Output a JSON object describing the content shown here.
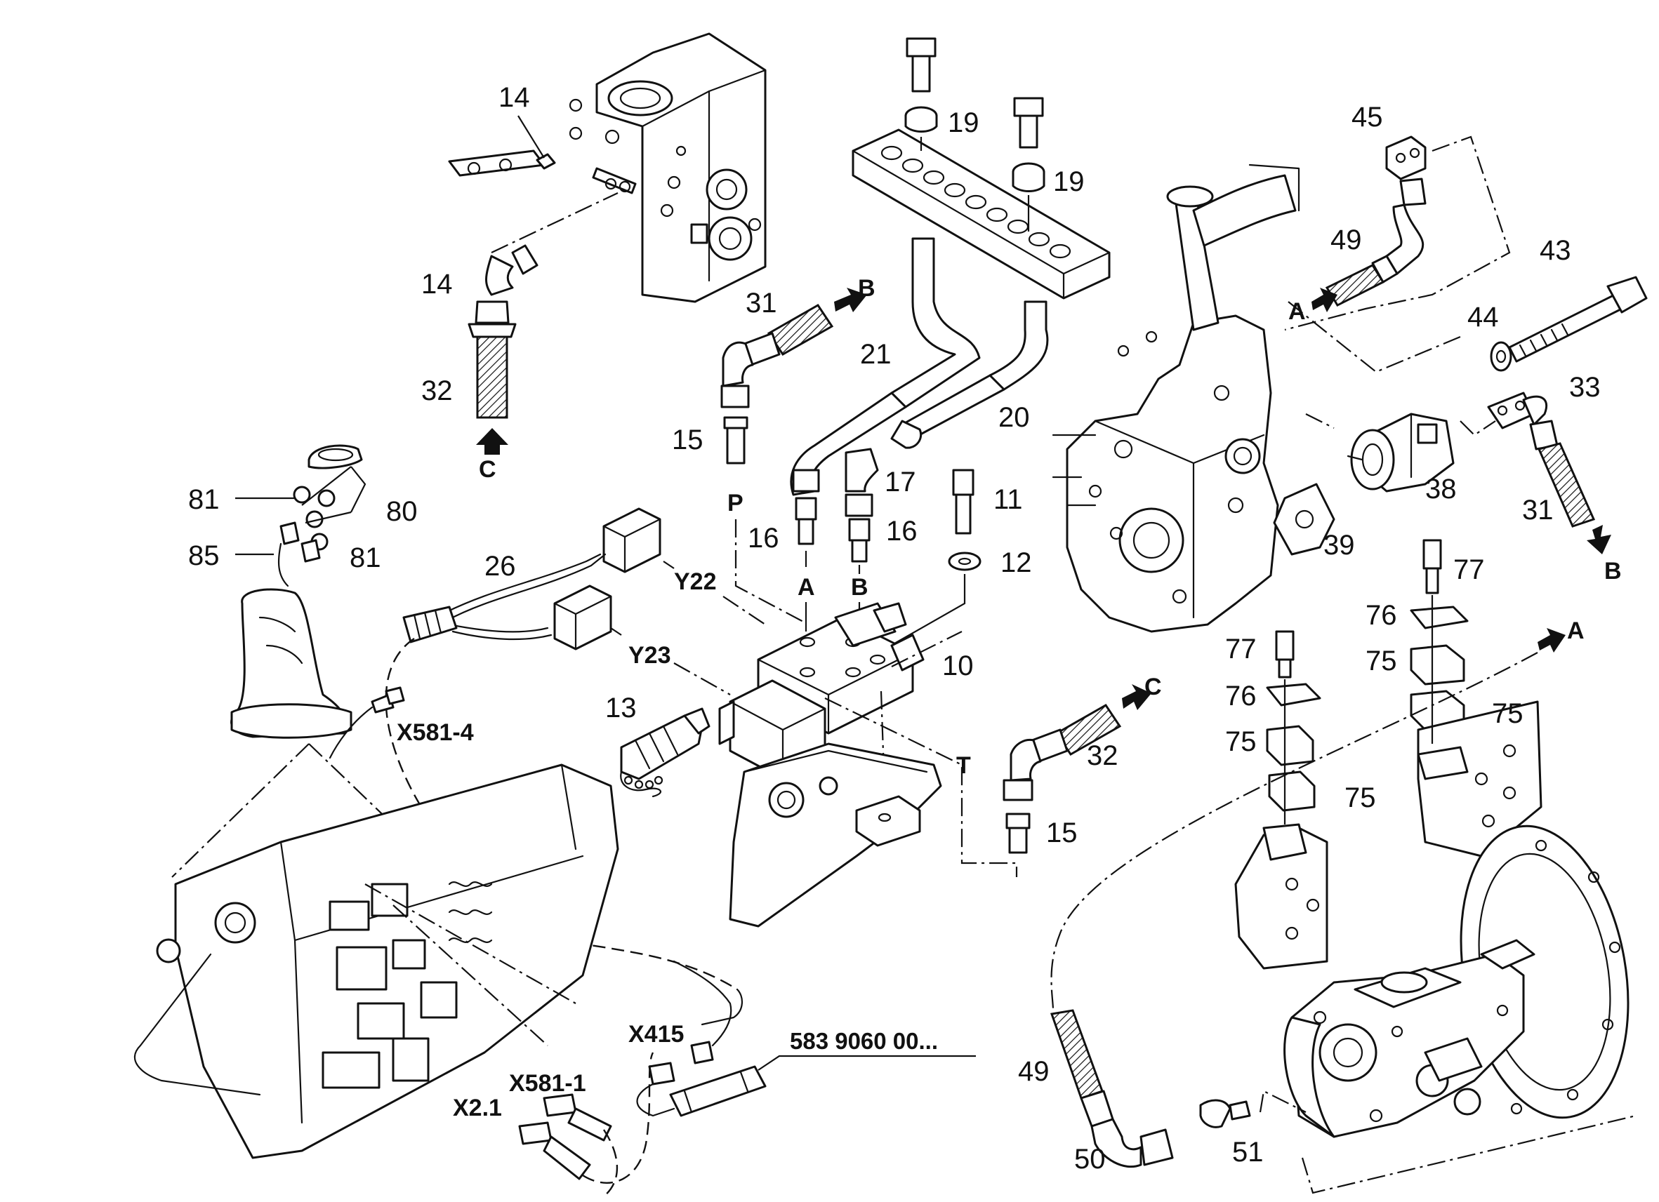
{
  "diagram": {
    "callouts": {
      "p14_top": "14",
      "p14_left": "14",
      "p19_a": "19",
      "p19_b": "19",
      "p45": "45",
      "p49_top": "49",
      "p43": "43",
      "p44": "44",
      "p31_top": "31",
      "p21": "21",
      "p32_left": "32",
      "p20": "20",
      "p33": "33",
      "p15_top": "15",
      "p17": "17",
      "p11": "11",
      "p38": "38",
      "p31_right": "31",
      "p81_a": "81",
      "p80": "80",
      "p85": "85",
      "p81_b": "81",
      "p16_a": "16",
      "p16_b": "16",
      "p12": "12",
      "p39": "39",
      "p77_a": "77",
      "p26": "26",
      "p76_a": "76",
      "p75_a": "75",
      "p77_b": "77",
      "p10": "10",
      "p75_b": "75",
      "p76_b": "76",
      "p13": "13",
      "p32_mid": "32",
      "p75_c": "75",
      "p75_d": "75",
      "p15_mid": "15",
      "p49_bot": "49",
      "p50": "50",
      "p51": "51"
    },
    "port_tags": {
      "c_left": "C",
      "b_top": "B",
      "a_top": "A",
      "b_right": "B",
      "p_port": "P",
      "a_port": "A",
      "b_port": "B",
      "t_port": "T",
      "c_mid": "C",
      "a_right": "A"
    },
    "connectors": {
      "y22": "Y22",
      "y23": "Y23",
      "x581_4": "X581-4",
      "x415": "X415",
      "x581_1": "X581-1",
      "x2_1": "X2.1"
    },
    "part_number": "583 9060 00..."
  }
}
